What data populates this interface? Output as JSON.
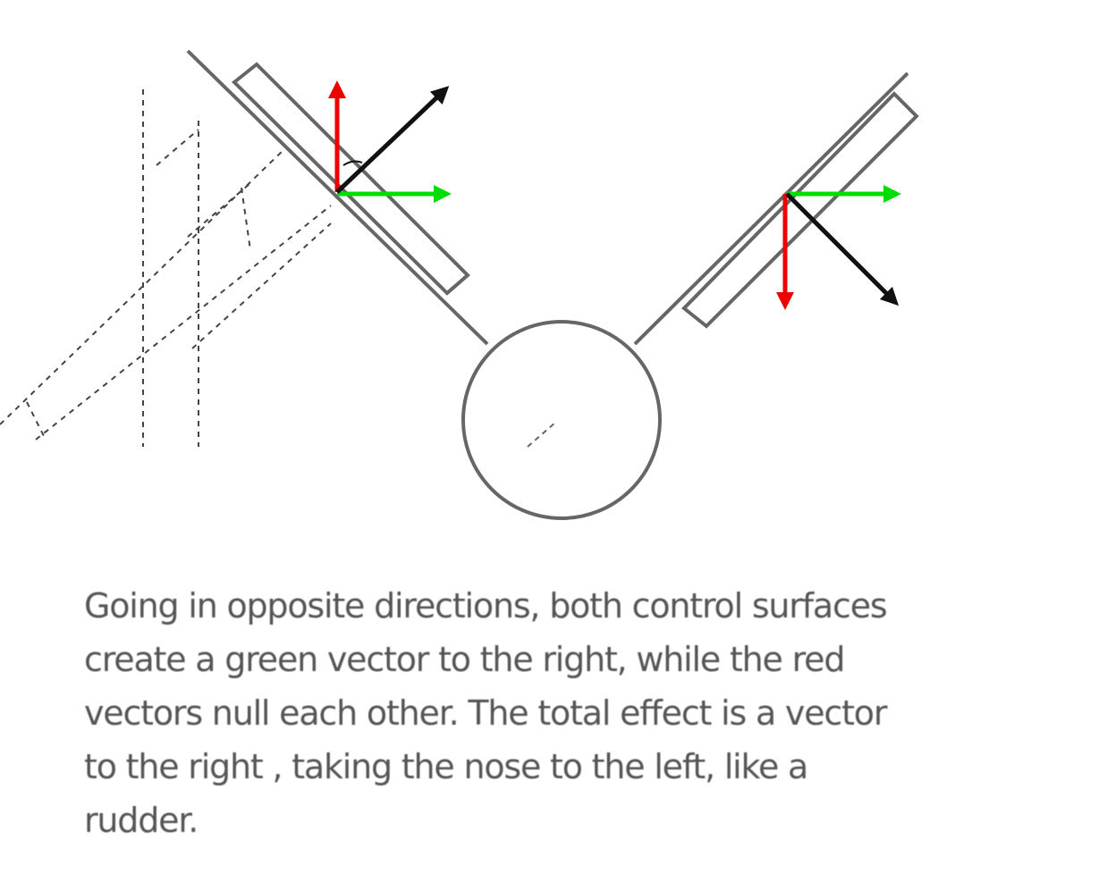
{
  "diagram": {
    "title": "Control surfaces acting as a rudder",
    "colors": {
      "structure": "#666666",
      "ghost": "#444444",
      "side_force": "#00dd00",
      "lift": "#ee0000",
      "resultant": "#111111"
    }
  },
  "caption": {
    "lines": [
      "Going in opposite directions, both control surfaces",
      "create a green vector to the right, while the red",
      "vectors null each other. The total effect is a vector",
      "to the right , taking the nose to the left, like a",
      "rudder."
    ]
  }
}
